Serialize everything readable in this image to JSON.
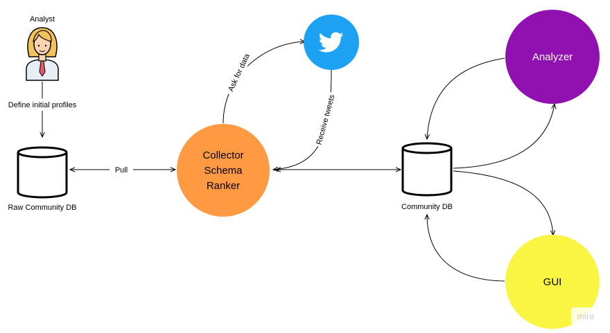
{
  "nodes": {
    "analyst": {
      "label": "Analyst"
    },
    "raw_db": {
      "label": "Raw Community DB"
    },
    "collector": {
      "lines": [
        "Collector",
        "Schema",
        "Ranker"
      ],
      "color": "#FF9A42"
    },
    "twitter": {
      "icon": "twitter-bird-icon",
      "color": "#1DA1F2"
    },
    "community_db": {
      "label": "Community DB"
    },
    "analyzer": {
      "label": "Analyzer",
      "color": "#9010B0"
    },
    "gui": {
      "label": "GUI",
      "color": "#FAF542"
    }
  },
  "edges": {
    "define_profiles": "Define initial profiles",
    "pull": "Pull",
    "ask_for_data": "Ask for data",
    "receive_tweets": "Receive tweets"
  },
  "watermark": "miro"
}
